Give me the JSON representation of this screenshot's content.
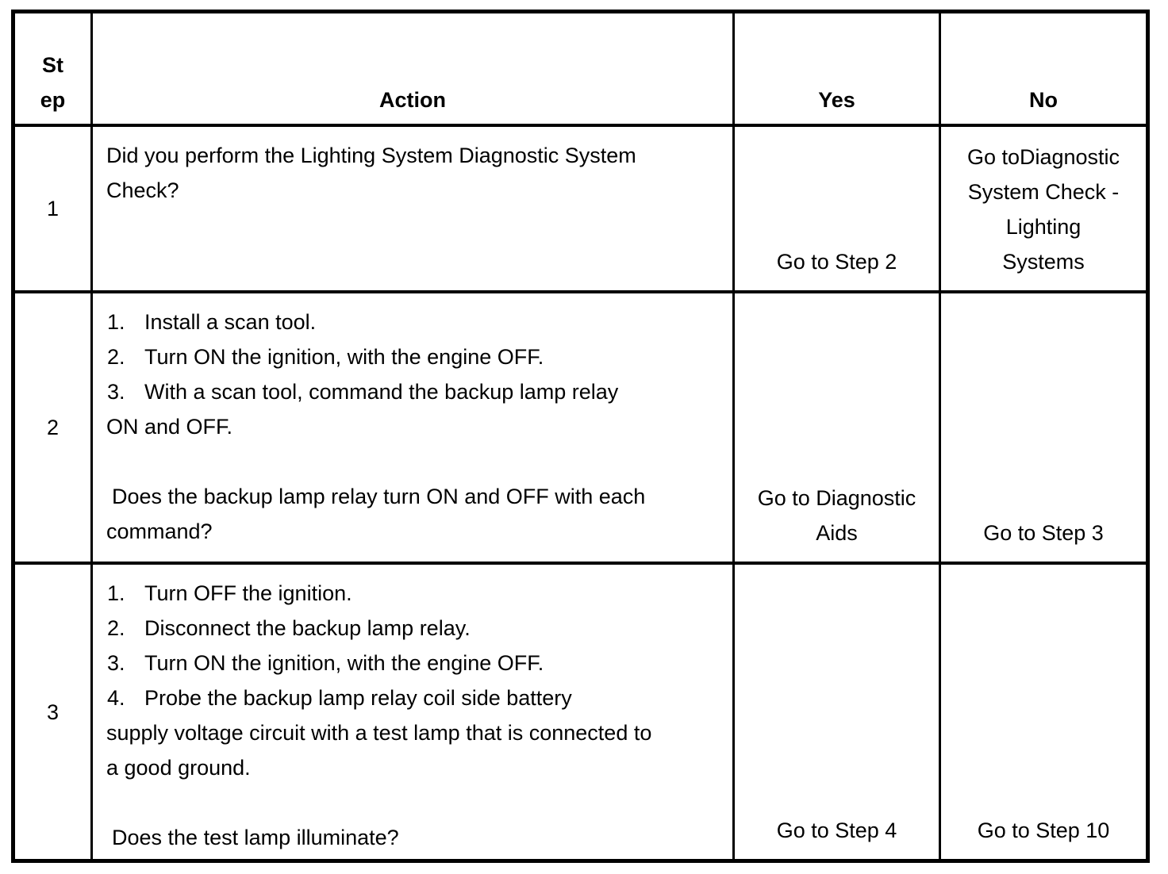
{
  "table": {
    "headers": {
      "step": "St\nep",
      "action": "Action",
      "yes": "Yes",
      "no": "No"
    },
    "rows": [
      {
        "step": "1",
        "action": [
          {
            "type": "plain",
            "text": "Did you perform the Lighting System Diagnostic System"
          },
          {
            "type": "plain",
            "text": "Check?"
          }
        ],
        "yes": "Go to Step 2",
        "no": "Go toDiagnostic\nSystem Check -\nLighting\nSystems"
      },
      {
        "step": "2",
        "action": [
          {
            "type": "num",
            "num": "1.",
            "text": "Install a scan tool."
          },
          {
            "type": "num",
            "num": "2.",
            "text": "Turn ON the ignition, with the engine OFF."
          },
          {
            "type": "num",
            "num": "3.",
            "text": "With a scan tool, command the backup lamp relay"
          },
          {
            "type": "plain",
            "text": "ON and OFF."
          },
          {
            "type": "blank",
            "text": ""
          },
          {
            "type": "question",
            "text": "Does the backup lamp relay turn ON and OFF with each"
          },
          {
            "type": "plain",
            "text": "command?"
          }
        ],
        "yes": "Go to Diagnostic\nAids",
        "no": "Go to Step 3"
      },
      {
        "step": "3",
        "action": [
          {
            "type": "num",
            "num": "1.",
            "text": "Turn OFF the ignition."
          },
          {
            "type": "num",
            "num": "2.",
            "text": "Disconnect the backup lamp relay."
          },
          {
            "type": "num",
            "num": "3.",
            "text": "Turn ON the ignition, with the engine OFF."
          },
          {
            "type": "num",
            "num": "4.",
            "text": "Probe the backup lamp relay coil side battery"
          },
          {
            "type": "plain",
            "text": "supply voltage circuit with a test lamp that is connected to"
          },
          {
            "type": "plain",
            "text": "a good ground."
          },
          {
            "type": "blank",
            "text": ""
          },
          {
            "type": "question",
            "text": "Does the test lamp illuminate?"
          }
        ],
        "yes": "Go to Step 4",
        "no": "Go to Step 10"
      }
    ]
  },
  "colors": {
    "border": "#000000",
    "text": "#000000",
    "background": "#ffffff"
  }
}
